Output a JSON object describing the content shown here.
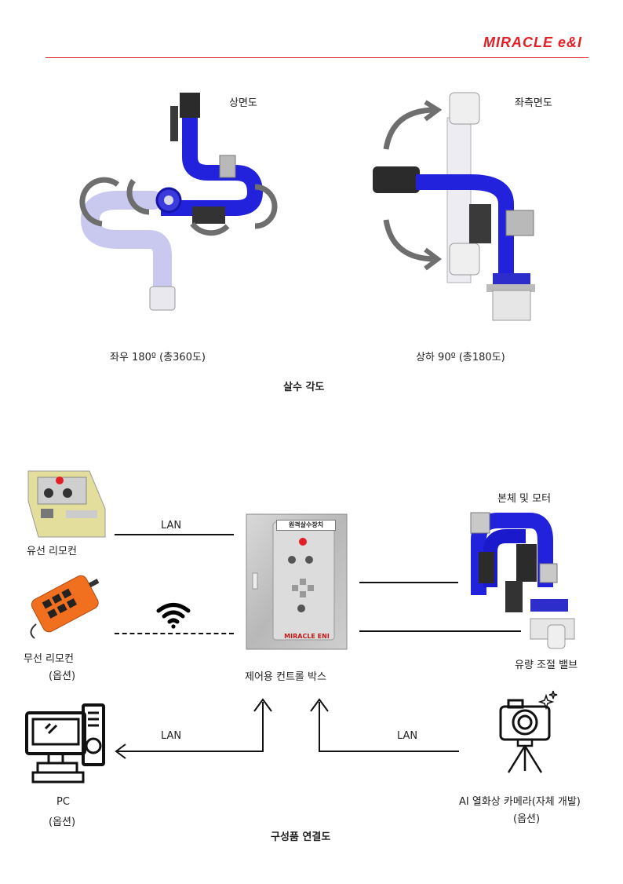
{
  "header": {
    "brand": "MIRACLE e&I"
  },
  "section1": {
    "top_view_label": "상면도",
    "left_view_label": "좌측면도",
    "left_rotation_caption": "좌우 180º (총360도)",
    "vertical_rotation_caption": "상하 90º (총180도)",
    "title": "살수 각도"
  },
  "section2": {
    "wired_remote_label": "유선 리모컨",
    "wireless_remote_label": "무선 리모컨",
    "wireless_remote_option": "(옵션)",
    "lan_label_top": "LAN",
    "lan_label_pc": "LAN",
    "lan_label_camera": "LAN",
    "control_box_label": "제어용 컨트롤 박스",
    "control_box_panel_title": "원격살수장치",
    "control_box_brand": "MIRACLE ENI",
    "body_motor_label": "본체 및 모터",
    "flow_valve_label": "유량 조절 밸브",
    "pc_label": "PC",
    "pc_option": "(옵션)",
    "camera_label": "AI 열화상 카메라(자체 개발)",
    "camera_option": "(옵션)",
    "title": "구성품 연결도"
  },
  "colors": {
    "brand_red": "#e31e24",
    "pipe_blue": "#2222dd",
    "arrow_gray": "#6e6e6e"
  }
}
